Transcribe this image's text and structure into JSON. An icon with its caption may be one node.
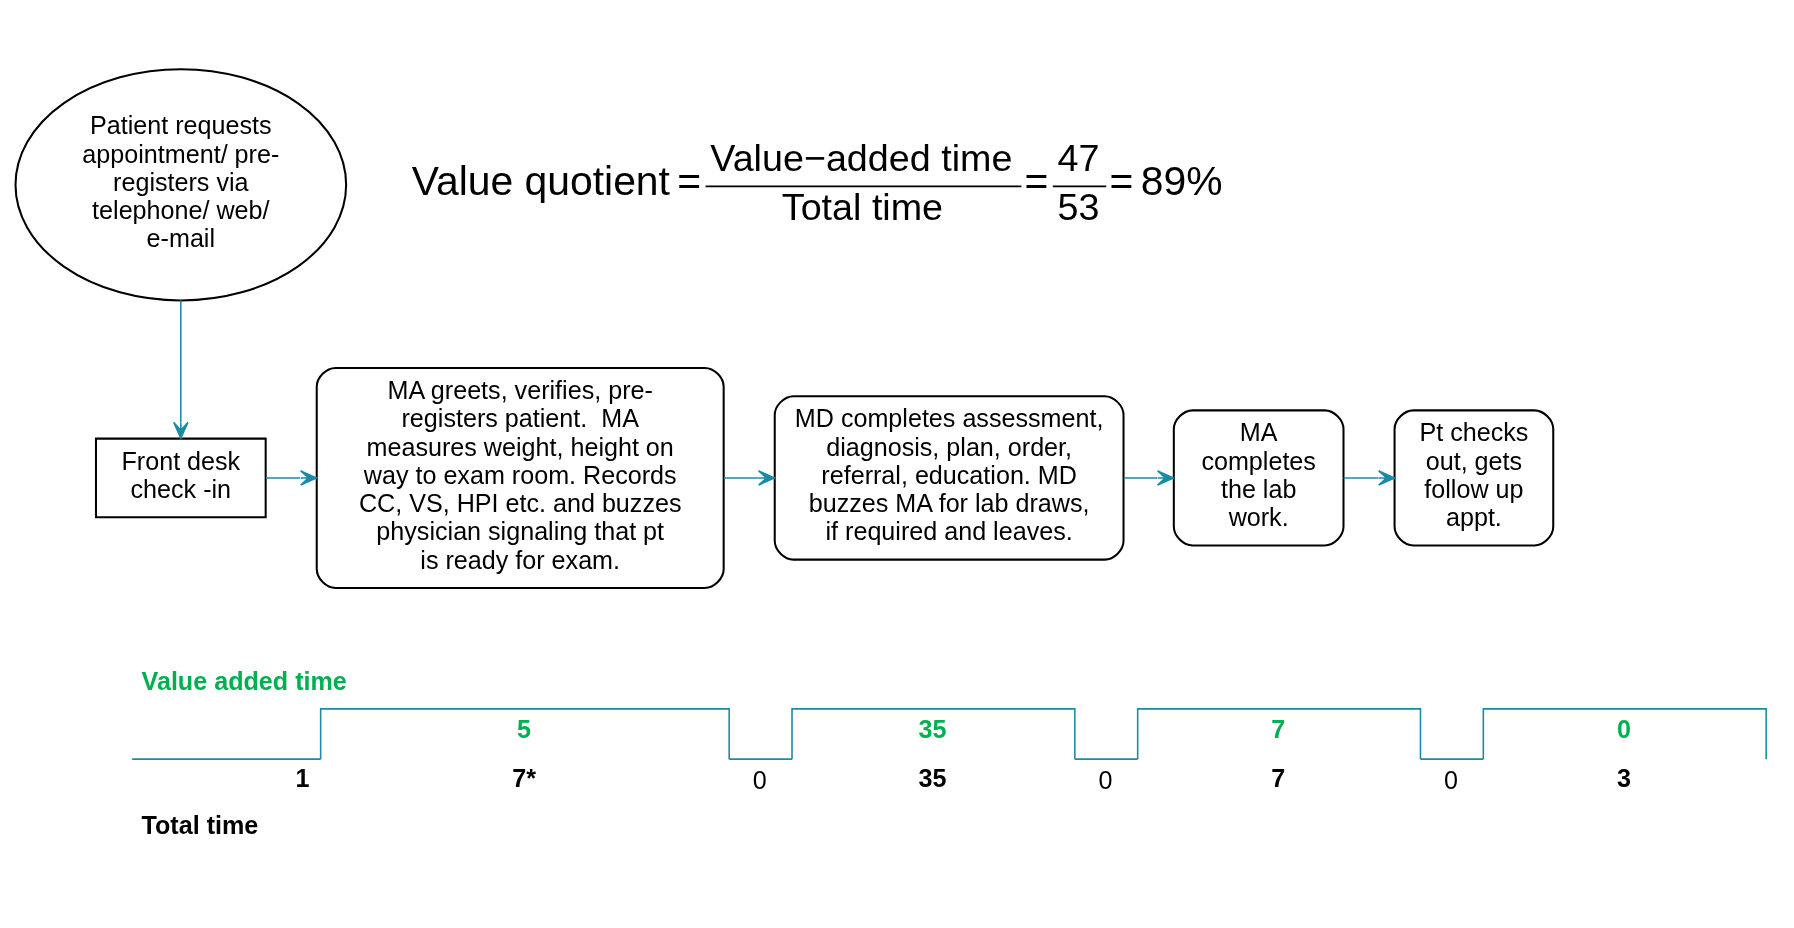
{
  "diagram": {
    "nodes": [
      {
        "text": [
          "Patient requests appointment/ pre-registers via telephone/ web/ e-mail"
        ]
      },
      {
        "text": [
          "Front desk check -in"
        ]
      },
      {
        "text": [
          "MA greets, verifies, pre-registers patient.  MA measures weight, height on way to exam room. Records CC, VS, HPI etc. and buzzes physician signaling that pt is ready for exam."
        ]
      },
      {
        "text": [
          "MD completes assessment, diagnosis, plan, order, referral, education. MD buzzes MA for lab draws, if required and leaves."
        ]
      },
      {
        "text": [
          "MA completes the lab work."
        ]
      },
      {
        "text": [
          "Pt checks out, gets follow up appt."
        ]
      }
    ],
    "edges": [
      {
        "from": 0,
        "to": 1,
        "arrow": "to"
      },
      {
        "from": 1,
        "to": 2,
        "arrow": "to"
      },
      {
        "from": 2,
        "to": 3,
        "arrow": "to"
      },
      {
        "from": 3,
        "to": 4,
        "arrow": "to"
      },
      {
        "from": 4,
        "to": 5,
        "arrow": "to"
      }
    ],
    "labels": [
      "Value quotient",
      "=",
      "Value−added time",
      "Total time",
      "=",
      "47",
      "53",
      "=",
      "89%",
      "Value added time",
      "5",
      "35",
      "7",
      "0",
      "1",
      "7*",
      "0",
      "35",
      "0",
      "7",
      "0",
      "3",
      "Total time"
    ]
  }
}
